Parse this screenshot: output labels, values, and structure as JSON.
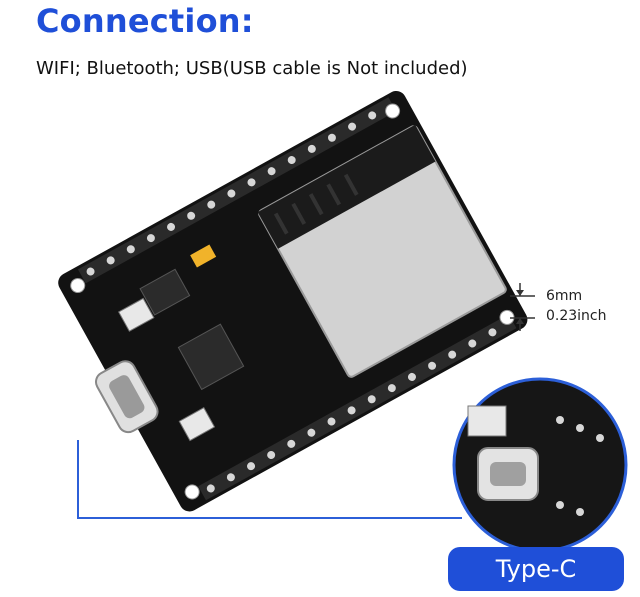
{
  "header": {
    "title": "Connection:",
    "subtitle": "WIFI; Bluetooth; USB(USB cable is Not included)"
  },
  "dimension": {
    "metric": "6mm",
    "imperial": "0.23inch"
  },
  "callout": {
    "badge_label": "Type-C"
  },
  "colors": {
    "accent": "#1f4fd8",
    "board": "#111111",
    "module": "#c9c9c9"
  }
}
